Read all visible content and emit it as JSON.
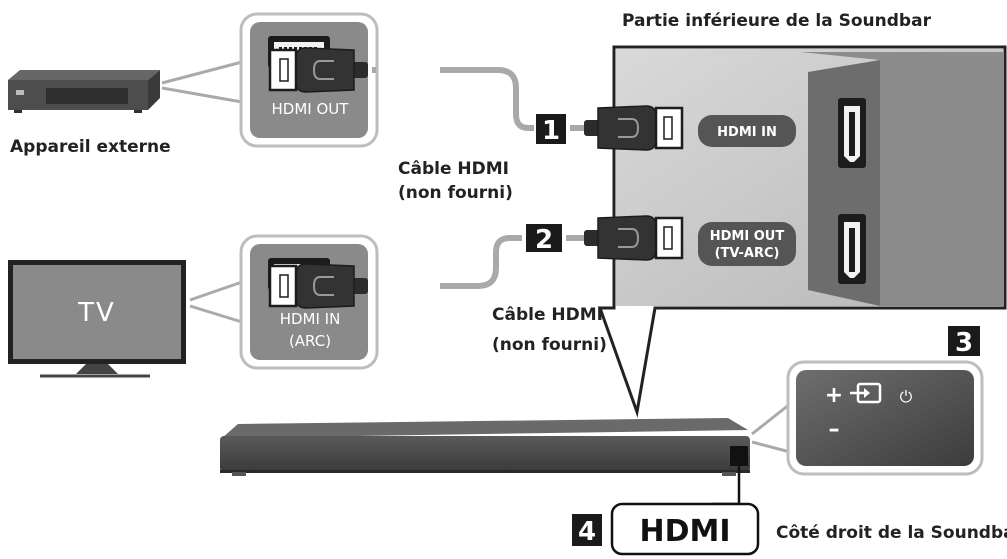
{
  "labels": {
    "bottom_title": "Partie inférieure de la Soundbar",
    "external_device": "Appareil externe",
    "cable_1": "Câble HDMI",
    "cable_1_note": "(non fourni)",
    "cable_2": "Câble HDMI",
    "cable_2_note": "(non fourni)",
    "right_side": "Côté droit de la Soundbar"
  },
  "ports": {
    "device_out": "HDMI OUT",
    "tv_in_line1": "HDMI IN",
    "tv_in_line2": "(ARC)",
    "soundbar_in": "HDMI IN",
    "soundbar_out_line1": "HDMI OUT",
    "soundbar_out_line2": "(TV-ARC)"
  },
  "tv": {
    "label": "TV"
  },
  "steps": [
    "1",
    "2",
    "3",
    "4"
  ],
  "callout_hdmi": "HDMI",
  "side_panel": {
    "plus": "+",
    "minus": "–",
    "power": "⏻"
  },
  "icons": [
    "hdmi-port-icon",
    "hdmi-plug-icon",
    "source-icon",
    "power-icon"
  ],
  "colors": {
    "panel_gray": "#8a8a8a",
    "dark_gray": "#3a3a3a",
    "cable_gray": "#a9a9a9",
    "step_black": "#1a1a1a"
  }
}
